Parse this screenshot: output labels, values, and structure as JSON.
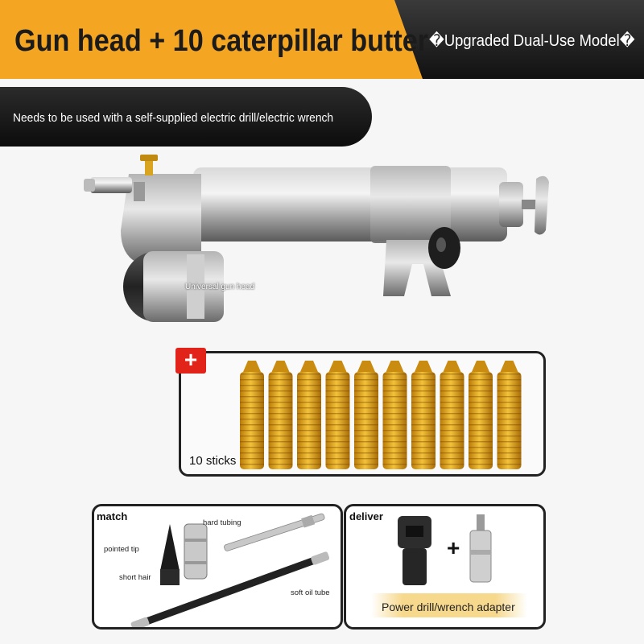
{
  "header": {
    "title": "Gun head + 10 caterpillar butter",
    "badge": "�Upgraded Dual-Use Model�"
  },
  "subtitle": "Needs to be used with a self-supplied electric drill/electric wrench",
  "gun": {
    "label": "Universal gun head"
  },
  "sticks": {
    "plus_symbol": "+",
    "label": "10 sticks",
    "count": 10,
    "color": "#e8a81a"
  },
  "match": {
    "title": "match",
    "labels": {
      "hard_tubing": "hard tubing",
      "pointed_tip": "pointed tip",
      "short_hair": "short hair",
      "soft_oil_tube": "soft oil tube"
    }
  },
  "deliver": {
    "title": "deliver",
    "plus_symbol": "+",
    "caption": "Power drill/wrench adapter"
  },
  "colors": {
    "accent_orange": "#f4a623",
    "plus_red": "#e2231a",
    "dark_bar": "#111111"
  }
}
